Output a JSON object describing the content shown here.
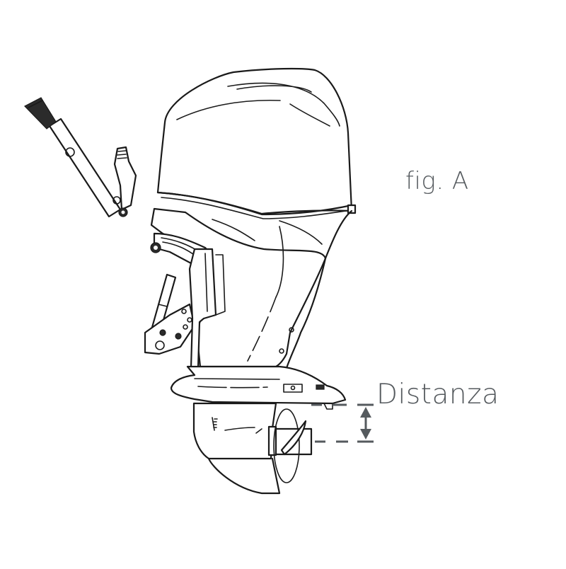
{
  "figure": {
    "title": "fig. A",
    "subject": "outboard-motor-side-view",
    "dimension_label": "Distanza",
    "dimension": {
      "type": "vertical-double-arrow",
      "from": "anti-cavitation-plate",
      "to": "propeller-shaft-axis"
    }
  },
  "colors": {
    "background": "#ffffff",
    "line_art": "#1a1a1a",
    "label_text": "#555a5e",
    "dimension_marker": "#555a5e"
  }
}
